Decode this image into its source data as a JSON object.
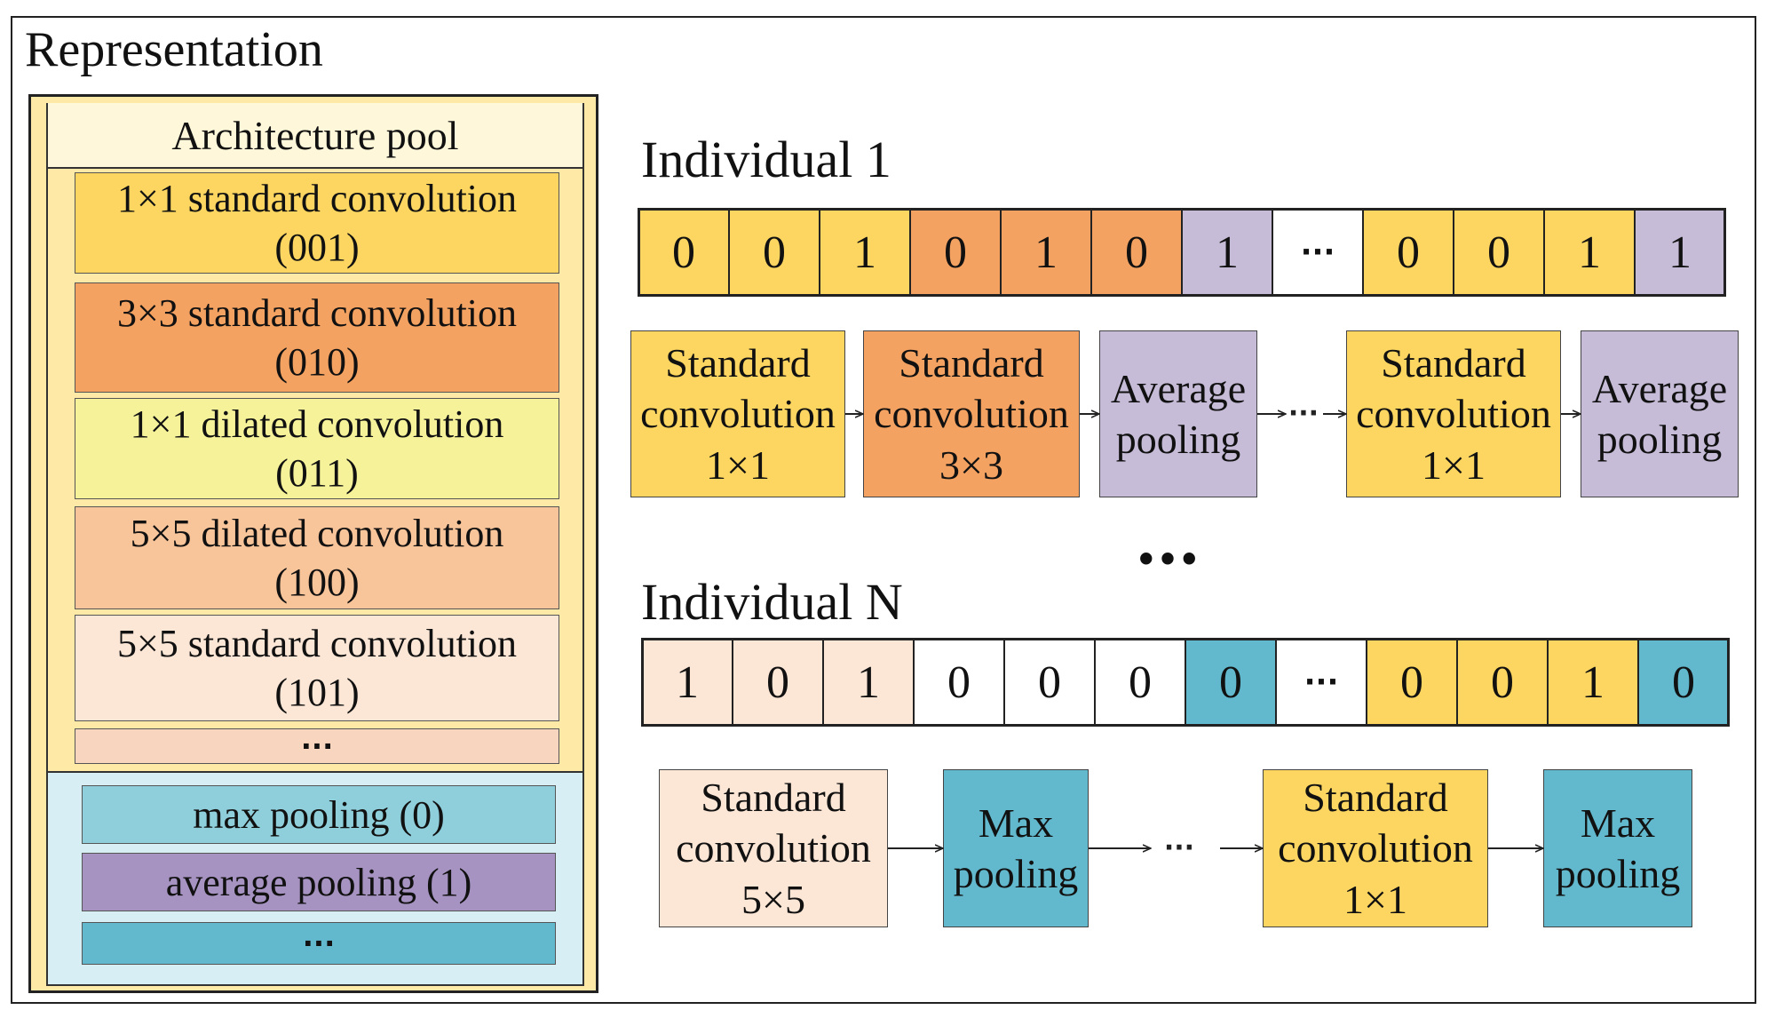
{
  "title": "Representation",
  "colors": {
    "yellow": "#FCD660",
    "orange": "#F4A261",
    "light_yellow": "#F6F29A",
    "peach": "#F8C49A",
    "pale_peach": "#FCE6D6",
    "teal": "#62B8CC",
    "light_teal": "#8FCFDC",
    "purple": "#C6BCD8",
    "light_purple": "#A693C2",
    "pool_bg": "#FFE9A6",
    "pool_header_bg": "#FFF7D9",
    "pooling_bg": "#D7EEF4"
  },
  "pool": {
    "header": "Architecture pool",
    "conv_items": [
      {
        "name": "1×1 standard convolution",
        "code": "(001)",
        "color": "#FCD660"
      },
      {
        "name": "3×3 standard convolution",
        "code": "(010)",
        "color": "#F4A261"
      },
      {
        "name": "1×1 dilated convolution",
        "code": "(011)",
        "color": "#F6F29A"
      },
      {
        "name": "5×5 dilated convolution",
        "code": "(100)",
        "color": "#F8C49A"
      },
      {
        "name": "5×5 standard convolution",
        "code": "(101)",
        "color": "#FCE6D6"
      }
    ],
    "conv_more": "···",
    "pool_items": [
      {
        "label": "max pooling (0)",
        "color": "#8FCFDC"
      },
      {
        "label": "average pooling (1)",
        "color": "#A693C2"
      }
    ],
    "pool_more": "···"
  },
  "individual1": {
    "title": "Individual 1",
    "bits": [
      {
        "v": "0",
        "c": "#FCD660"
      },
      {
        "v": "0",
        "c": "#FCD660"
      },
      {
        "v": "1",
        "c": "#FCD660"
      },
      {
        "v": "0",
        "c": "#F4A261"
      },
      {
        "v": "1",
        "c": "#F4A261"
      },
      {
        "v": "0",
        "c": "#F4A261"
      },
      {
        "v": "1",
        "c": "#C6BCD8"
      },
      {
        "v": "···",
        "c": "#FFFFFF"
      },
      {
        "v": "0",
        "c": "#FCD660"
      },
      {
        "v": "0",
        "c": "#FCD660"
      },
      {
        "v": "1",
        "c": "#FCD660"
      },
      {
        "v": "1",
        "c": "#C6BCD8"
      }
    ],
    "blocks": [
      {
        "l1": "Standard",
        "l2": "convolution",
        "l3": "1×1",
        "c": "#FCD660"
      },
      {
        "l1": "Standard",
        "l2": "convolution",
        "l3": "3×3",
        "c": "#F4A261"
      },
      {
        "l1": "Average",
        "l2": "pooling",
        "l3": "",
        "c": "#C6BCD8"
      },
      {
        "l1": "Standard",
        "l2": "convolution",
        "l3": "1×1",
        "c": "#FCD660"
      },
      {
        "l1": "Average",
        "l2": "pooling",
        "l3": "",
        "c": "#C6BCD8"
      }
    ],
    "ellipsis": "···"
  },
  "middle_ellipsis": "•••",
  "individualN": {
    "title": "Individual N",
    "bits": [
      {
        "v": "1",
        "c": "#FCE6D6"
      },
      {
        "v": "0",
        "c": "#FCE6D6"
      },
      {
        "v": "1",
        "c": "#FCE6D6"
      },
      {
        "v": "0",
        "c": "#FFFFFF"
      },
      {
        "v": "0",
        "c": "#FFFFFF"
      },
      {
        "v": "0",
        "c": "#FFFFFF"
      },
      {
        "v": "0",
        "c": "#62B8CC"
      },
      {
        "v": "···",
        "c": "#FFFFFF"
      },
      {
        "v": "0",
        "c": "#FCD660"
      },
      {
        "v": "0",
        "c": "#FCD660"
      },
      {
        "v": "1",
        "c": "#FCD660"
      },
      {
        "v": "0",
        "c": "#62B8CC"
      }
    ],
    "blocks": [
      {
        "l1": "Standard",
        "l2": "convolution",
        "l3": "5×5",
        "c": "#FCE6D6"
      },
      {
        "l1": "Max",
        "l2": "pooling",
        "l3": "",
        "c": "#62B8CC"
      },
      {
        "l1": "Standard",
        "l2": "convolution",
        "l3": "1×1",
        "c": "#FCD660"
      },
      {
        "l1": "Max",
        "l2": "pooling",
        "l3": "",
        "c": "#62B8CC"
      }
    ],
    "ellipsis": "···"
  }
}
